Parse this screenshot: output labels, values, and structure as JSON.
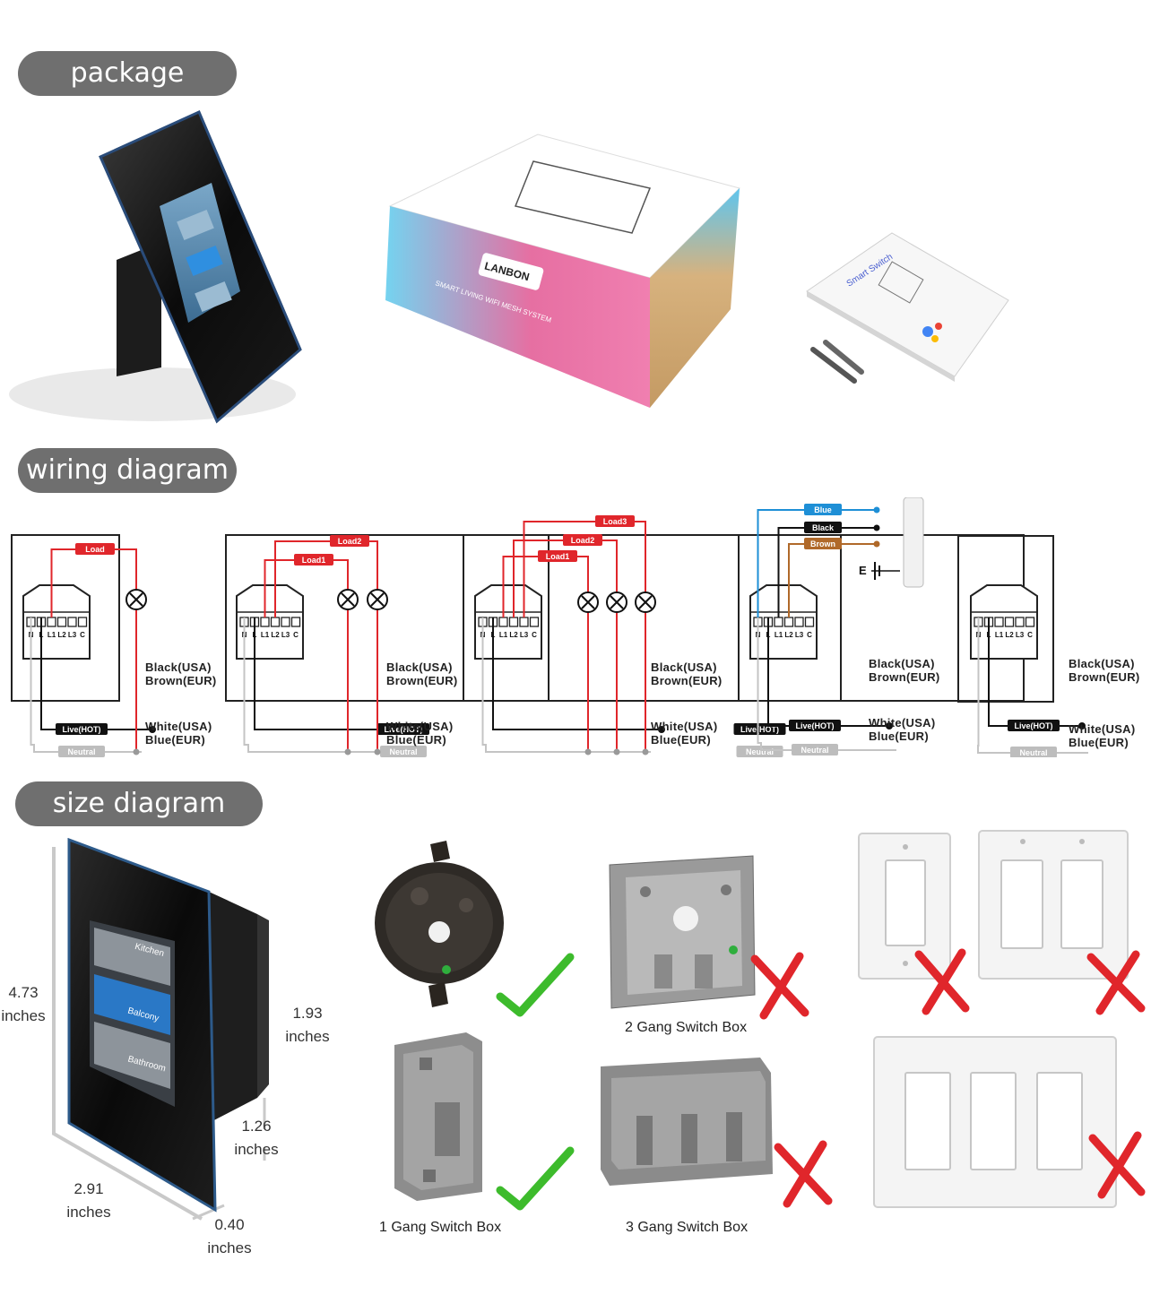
{
  "sections": {
    "package": "package",
    "wiring": "wiring diagram",
    "size": "size diagram"
  },
  "box": {
    "brand": "LANBON",
    "side_text": "SMART LIVING WIFI MESH SYSTEM"
  },
  "manual": {
    "title": "Smart Switch"
  },
  "wiring": {
    "loads": [
      "Load",
      "Load1",
      "Load2",
      "Load3"
    ],
    "live": "Live(HOT)",
    "neutral": "Neutral",
    "black_usa": "Black(USA)",
    "brown_eur": "Brown(EUR)",
    "white_usa": "White(USA)",
    "blue_eur": "Blue(EUR)",
    "terminals": [
      "N",
      "L",
      "L1",
      "L2",
      "L3",
      "C"
    ],
    "curtain_wires": [
      "Blue",
      "Black",
      "Brown"
    ],
    "earth": "E"
  },
  "size": {
    "height_value": "4.73",
    "width_value": "2.91",
    "depth_value": "1.93",
    "back_depth_value": "1.26",
    "glass_value": "0.40",
    "unit": "inches",
    "screen_rows": [
      "Kitchen",
      "Balcony",
      "Bathroom"
    ]
  },
  "boxes": {
    "two_gang": "2 Gang Switch Box",
    "one_gang": "1 Gang Switch Box",
    "three_gang": "3 Gang Switch Box"
  },
  "colors": {
    "pill": "#6f6f6f",
    "load_red": "#e0262b",
    "blue_wire": "#1e8fd6",
    "brown_wire": "#b0692a",
    "check_green": "#3dbb2c",
    "cross_red": "#e0262b"
  }
}
